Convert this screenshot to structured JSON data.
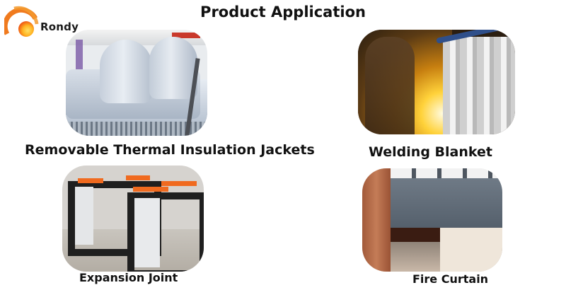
{
  "brand": {
    "name": "Rondy",
    "logo_colors": {
      "arc": "#f07a1e",
      "sun_outer": "#f05a14",
      "sun_inner": "#ffd24a"
    }
  },
  "page": {
    "title": "Product Application"
  },
  "applications": [
    {
      "id": "thermal-jacket",
      "caption": "Removable Thermal Insulation Jackets",
      "image_alt": "Grey removable insulation jackets wrapped on a pipe and valves above a steel grating"
    },
    {
      "id": "welding-blanket",
      "caption": "Welding Blanket",
      "image_alt": "Welder with flying sparks beside a hanging white welding curtain on a blue rail"
    },
    {
      "id": "expansion-joint",
      "caption": "Expansion Joint",
      "image_alt": "Black rectangular fabric expansion joint frames with orange brackets"
    },
    {
      "id": "fire-curtain",
      "caption": "Fire Curtain",
      "image_alt": "Grey fire curtain lowered across a building opening"
    }
  ]
}
